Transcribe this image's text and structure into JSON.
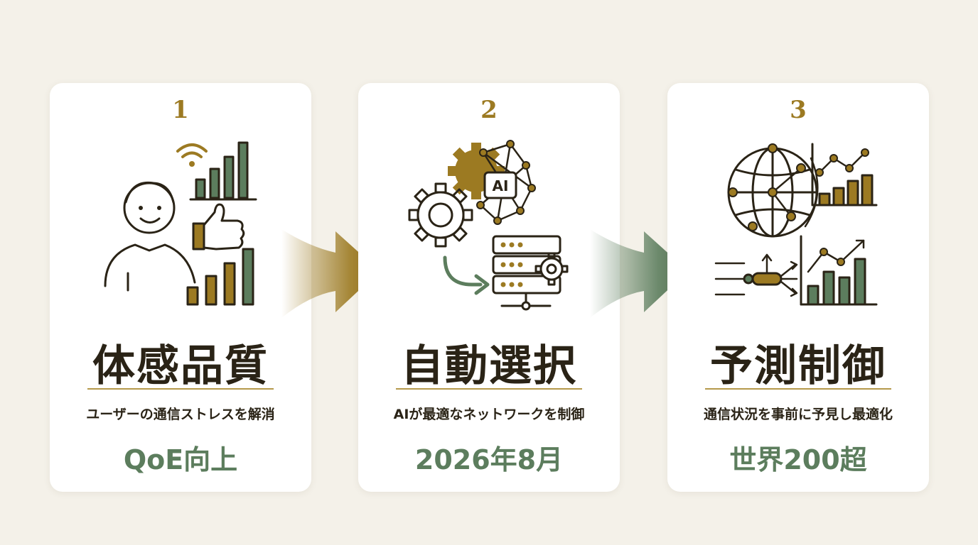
{
  "colors": {
    "background": "#f4f1e9",
    "card": "#ffffff",
    "gold": "#9c7a22",
    "green": "#5c7d5d",
    "dark": "#2a2316"
  },
  "steps": [
    {
      "number": "1",
      "title": "体感品質",
      "description": "ユーザーの通信ストレスを解消",
      "metric": "QoE向上",
      "icon": "user-satisfaction-icon"
    },
    {
      "number": "2",
      "title": "自動選択",
      "description": "AIが最適なネットワークを制御",
      "metric": "2026年8月",
      "icon": "ai-network-control-icon",
      "icon_label": "AI"
    },
    {
      "number": "3",
      "title": "予測制御",
      "description": "通信状況を事前に予見し最適化",
      "metric": "世界200超",
      "icon": "global-prediction-icon"
    }
  ]
}
